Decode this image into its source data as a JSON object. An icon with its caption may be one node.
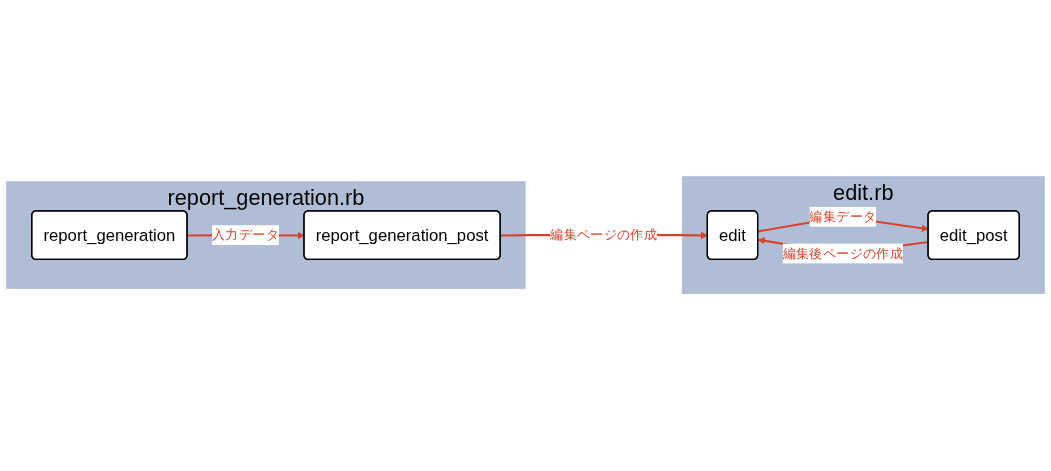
{
  "diagram": {
    "nodes": [
      {
        "text": [
          "report_generation.rb"
        ]
      },
      {
        "text": [
          "report_generation"
        ],
        "in": 0
      },
      {
        "text": [
          "report_generation_post"
        ],
        "in": 0
      },
      {
        "text": [
          "edit.rb"
        ]
      },
      {
        "text": [
          "edit"
        ],
        "in": 3
      },
      {
        "text": [
          "edit_post"
        ],
        "in": 3
      }
    ],
    "edges": [
      {
        "from": 1,
        "to": 2,
        "arrow": "to",
        "label": "入力データ"
      },
      {
        "from": 2,
        "to": 4,
        "arrow": "to",
        "label": "編集ページの作成"
      },
      {
        "from": 4,
        "to": 5,
        "arrow": "to",
        "label": "編集データ"
      },
      {
        "from": 5,
        "to": 4,
        "arrow": "to",
        "label": "編集後ページの作成"
      }
    ]
  }
}
